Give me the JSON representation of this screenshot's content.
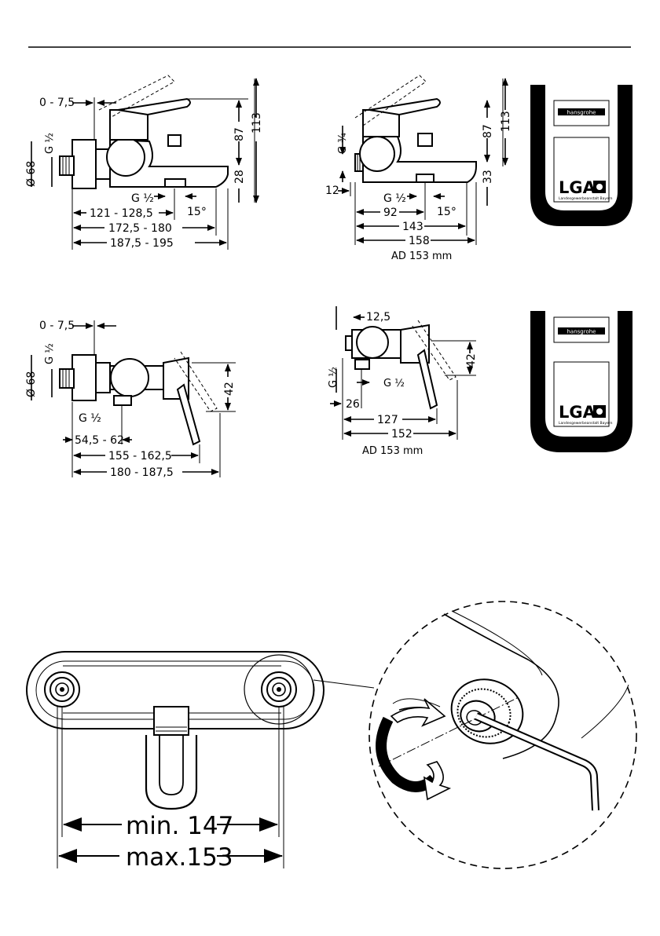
{
  "fig_bath_1": {
    "dim_offset": "0 - 7,5",
    "thread": "G ½",
    "diameter": "Ø 68",
    "dim_87": "87",
    "dim_113": "113",
    "dim_28": "28",
    "spout_thread": "G ½",
    "angle": "15°",
    "dim_a": "121 - 128,5",
    "dim_b": "172,5 - 180",
    "dim_c": "187,5 - 195"
  },
  "fig_bath_2": {
    "thread": "G ¾",
    "dim_12": "12",
    "dim_87": "87",
    "dim_113": "113",
    "dim_33": "33",
    "spout_thread": "G ½",
    "angle": "15°",
    "dim_92": "92",
    "dim_143": "143",
    "dim_158": "158",
    "note": "AD 153 mm"
  },
  "fig_shower_1": {
    "dim_offset": "0 - 7,5",
    "thread": "G ½",
    "diameter": "Ø 68",
    "outlet_thread": "G ½",
    "dim_42": "42",
    "dim_a": "54,5 - 62",
    "dim_b": "155 - 162,5",
    "dim_c": "180 - 187,5"
  },
  "fig_shower_2": {
    "dim_12_5": "12,5",
    "thread_left": "G ½",
    "thread_right": "G ½",
    "dim_42": "42",
    "dim_26": "26",
    "dim_127": "127",
    "dim_152": "152",
    "note": "AD 153 mm"
  },
  "badge_1": {
    "brand": "hansgrohe",
    "logo": "LGA",
    "logo_sub": "Landesgewerbeanstalt Bayern"
  },
  "badge_2": {
    "brand": "hansgrohe",
    "logo": "LGA",
    "logo_sub": "Landesgewerbeanstalt Bayern"
  },
  "install": {
    "min_label": "min. 147",
    "max_label": "max.153"
  }
}
